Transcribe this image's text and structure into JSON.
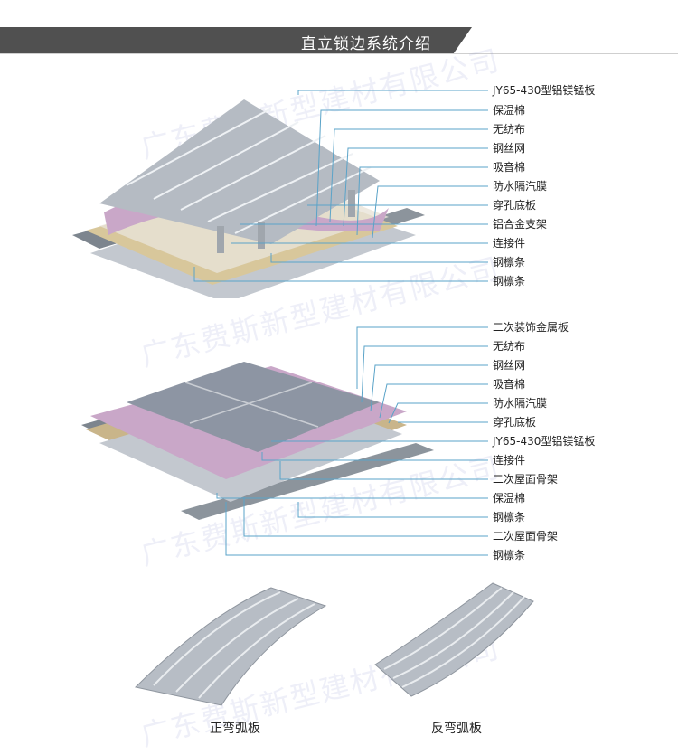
{
  "header": {
    "title": "直立锁边系统介绍"
  },
  "watermark": "广东费斯新型建材有限公司",
  "system1": {
    "labels": [
      "JY65-430型铝镁锰板",
      "保温棉",
      "无纺布",
      "钢丝网",
      "吸音棉",
      "防水隔汽膜",
      "穿孔底板",
      "铝合金支架",
      "连接件",
      "钢檩条",
      "钢檩条"
    ]
  },
  "system2": {
    "labels": [
      "二次装饰金属板",
      "无纺布",
      "钢丝网",
      "吸音棉",
      "防水隔汽膜",
      "穿孔底板",
      "JY65-430型铝镁锰板",
      "连接件",
      "二次屋面骨架",
      "保温棉",
      "钢檩条",
      "二次屋面骨架",
      "钢檩条"
    ]
  },
  "panels": {
    "positive_caption": "正弯弧板",
    "reverse_caption": "反弯弧板"
  },
  "colors": {
    "banner": "#505050",
    "leader": "#5aa3c8",
    "insulation": "#c9a7c8",
    "felt": "#c9b58a",
    "panel": "#b9bec7",
    "purlin": "#8c949c"
  }
}
